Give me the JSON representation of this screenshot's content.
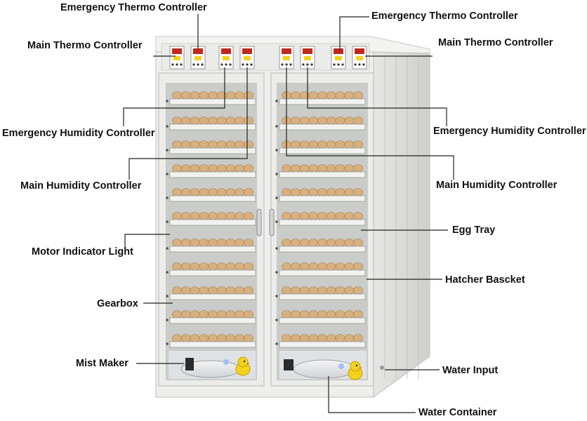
{
  "labels": {
    "emergency_thermo_left": "Emergency Thermo Controller",
    "emergency_thermo_right": "Emergency Thermo Controller",
    "main_thermo_left": "Main Thermo Controller",
    "main_thermo_right": "Main Thermo Controller",
    "emergency_humidity_left": "Emergency Humidity Controller",
    "emergency_humidity_right": "Emergency Humidity Controller",
    "main_humidity_left": "Main Humidity Controller",
    "main_humidity_right": "Main Humidity Controller",
    "motor_indicator_light": "Motor Indicator Light",
    "egg_tray": "Egg Tray",
    "hatcher_basket": "Hatcher Bascket",
    "gearbox": "Gearbox",
    "mist_maker": "Mist Maker",
    "water_input": "Water Input",
    "water_container": "Water Container"
  },
  "colors": {
    "cabinet": "#efefed",
    "cabinet_shade": "#dcdcda",
    "interior": "#c9ccc9",
    "egg": "#d8b07e",
    "display": "#c0281c",
    "leader_line": "#222222",
    "chick": "#f2d21c"
  }
}
